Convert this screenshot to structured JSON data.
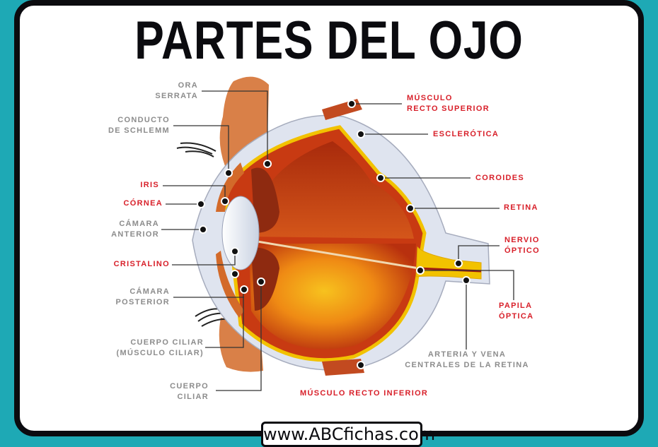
{
  "title": "PARTES DEL OJO",
  "colors": {
    "background": "#1ea9b5",
    "label_gray": "#8c8c8c",
    "label_red": "#d8202a"
  },
  "labels_left": {
    "ora_serrata": [
      "ORA",
      "SERRATA"
    ],
    "conducto_schlemm": [
      "CONDUCTO",
      "DE SCHLEMM"
    ],
    "iris": "IRIS",
    "cornea": "CÓRNEA",
    "camara_anterior": [
      "CÁMARA",
      "ANTERIOR"
    ],
    "cristalino": "CRISTALINO",
    "camara_posterior": [
      "CÁMARA",
      "POSTERIOR"
    ],
    "cuerpo_ciliar_musculo": [
      "CUERPO CILIAR",
      "(MÚSCULO CILIAR)"
    ],
    "cuerpo_ciliar": [
      "CUERPO",
      "CILIAR"
    ]
  },
  "labels_right": {
    "musculo_recto_superior": [
      "MÚSCULO",
      "RECTO SUPERIOR"
    ],
    "esclerotica": "ESCLERÓTICA",
    "coroides": "COROIDES",
    "retina": "RETINA",
    "nervio_optico": [
      "NERVIO",
      "ÓPTICO"
    ],
    "papila_optica": [
      "PAPILA",
      "ÓPTICA"
    ],
    "arteria_vena": [
      "ARTERIA Y VENA",
      "CENTRALES DE LA RETINA"
    ],
    "musculo_recto_inferior": "MÚSCULO RECTO INFERIOR"
  },
  "footer": "www.ABCfichas.com"
}
